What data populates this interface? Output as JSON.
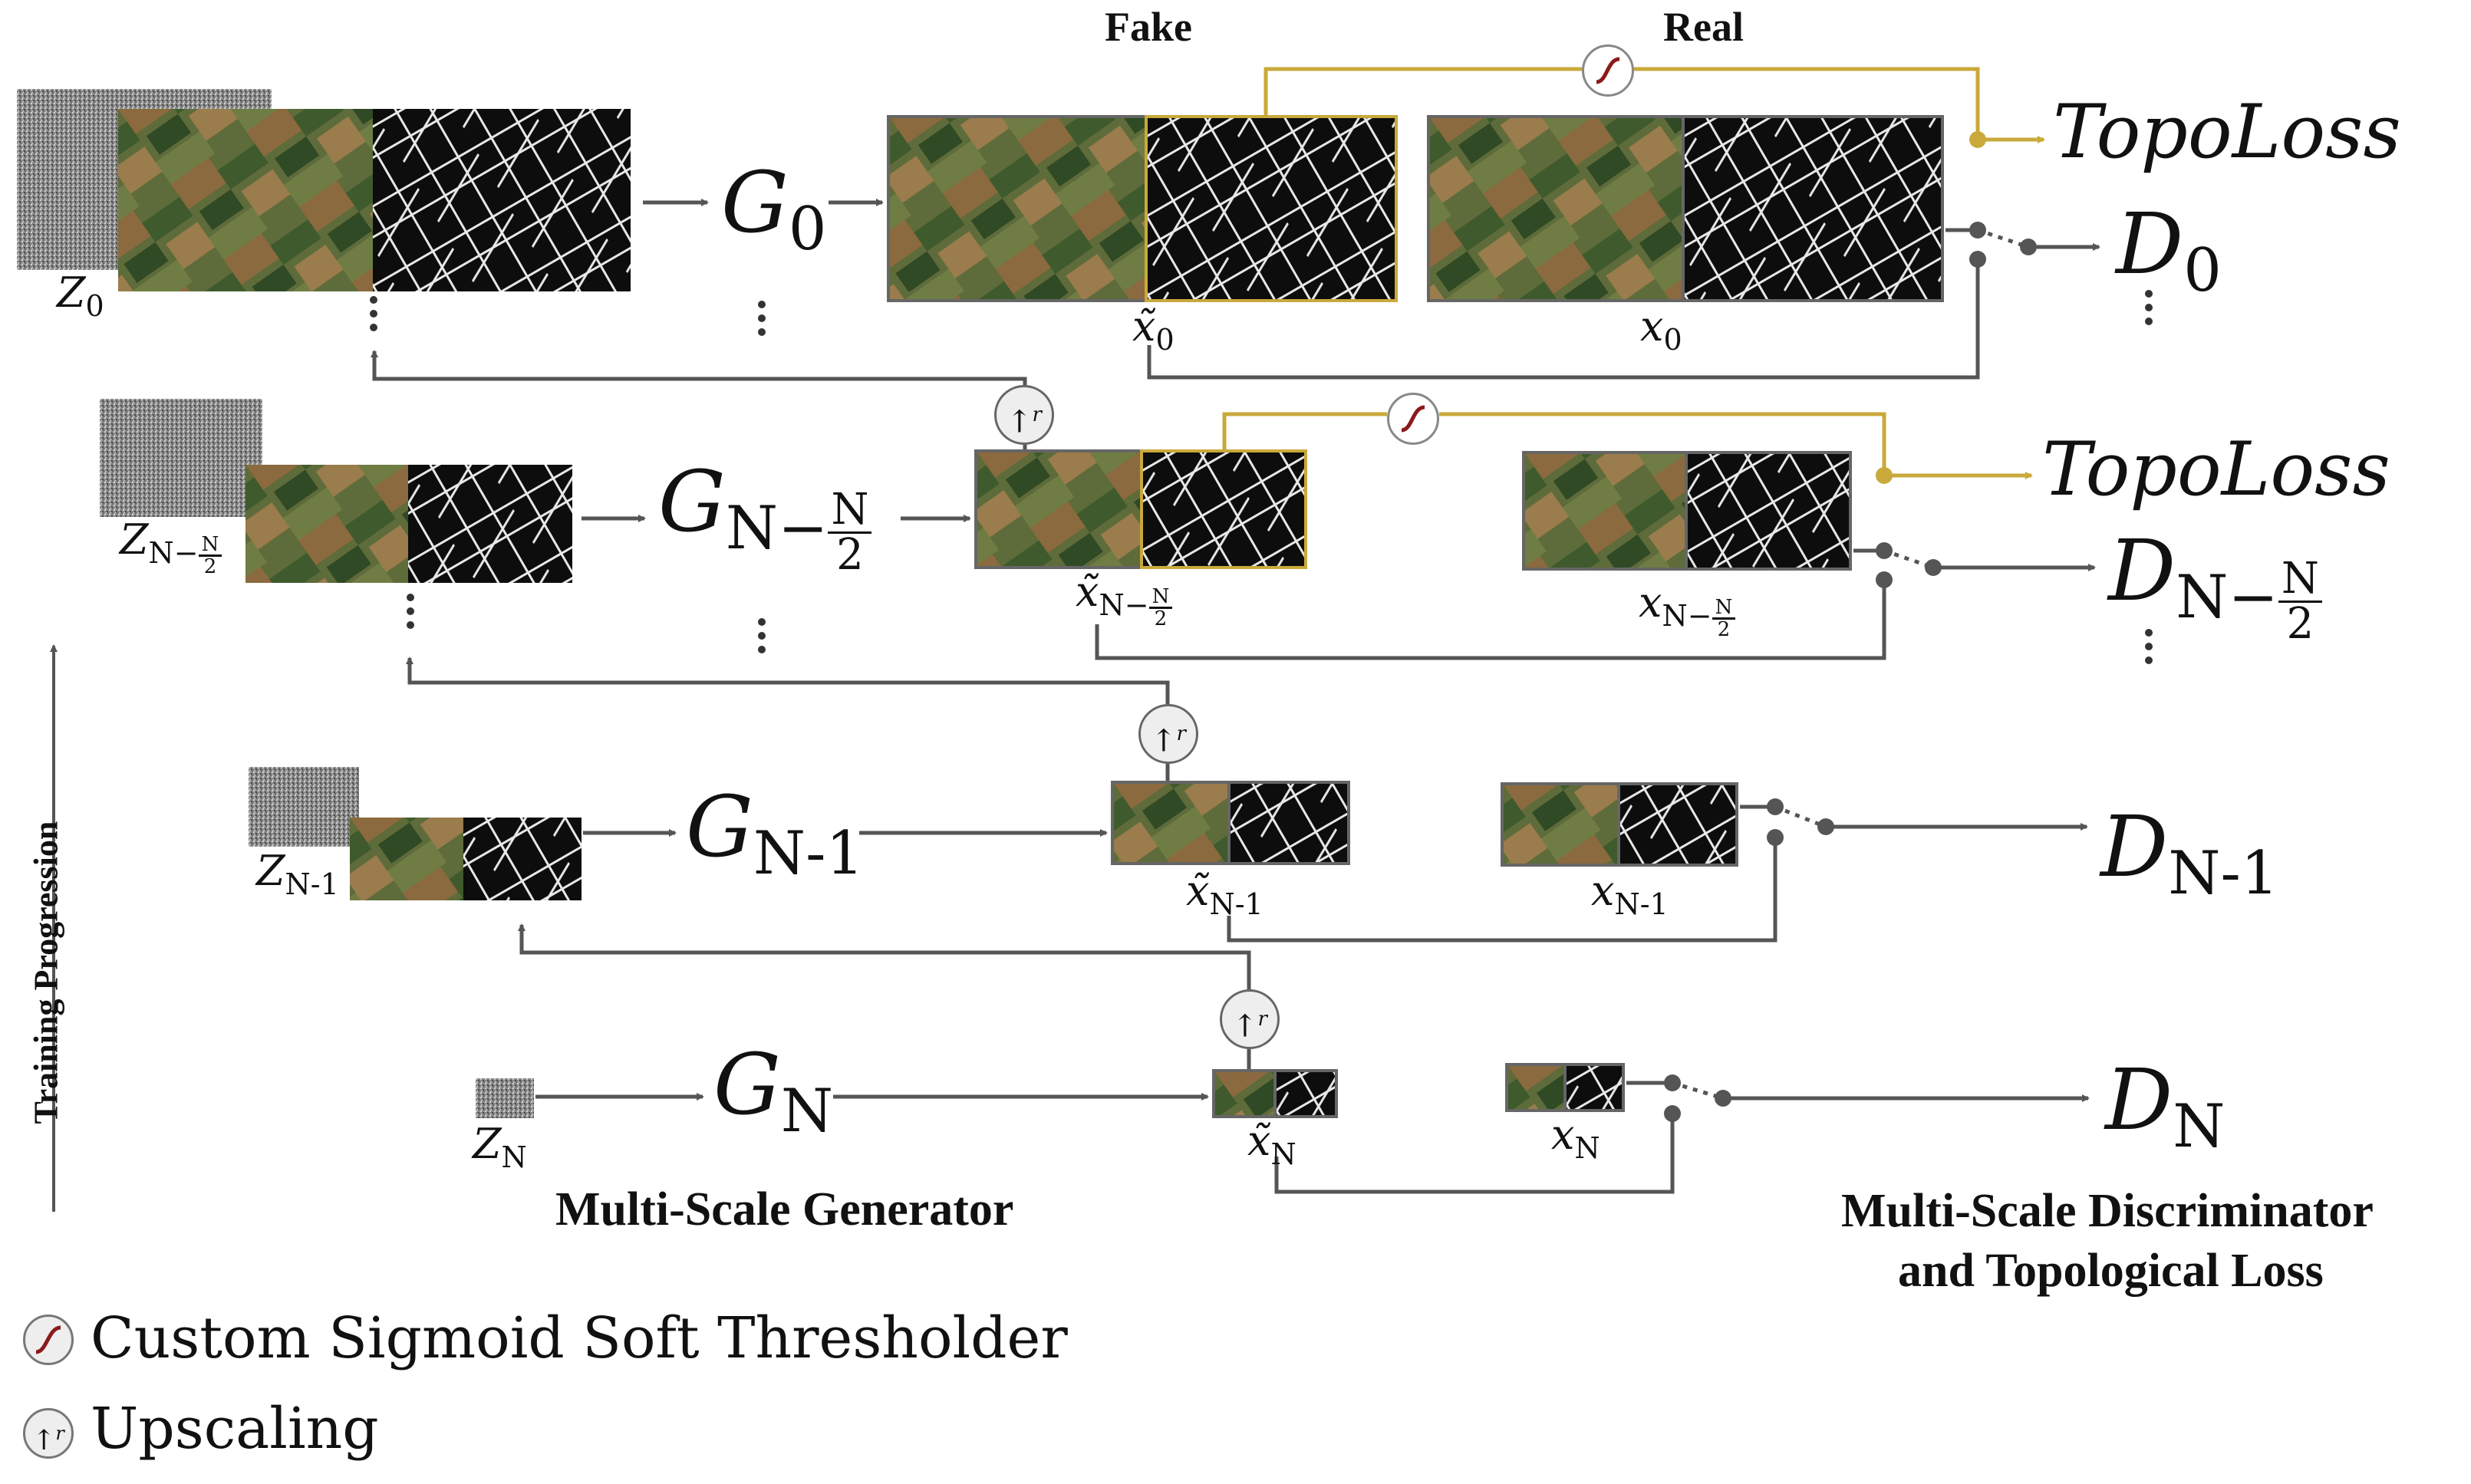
{
  "header": {
    "fake": "Fake",
    "real": "Real"
  },
  "topo_loss": "TopoLoss",
  "generator_caption": "Multi-Scale Generator",
  "discriminator_caption": [
    "Multi-Scale Discriminator",
    "and Topological Loss"
  ],
  "training_axis": "Training Progression",
  "legend": [
    {
      "icon": "sigmoid-icon",
      "label": "Custom Sigmoid Soft Thresholder"
    },
    {
      "icon": "upscaling-icon",
      "label": "Upscaling"
    }
  ],
  "scales": [
    {
      "noise": "Z",
      "noise_sub": "0",
      "generator": "G",
      "gen_sub": "0",
      "fake": "x̃",
      "fake_sub": "0",
      "real": "x",
      "real_sub": "0",
      "discriminator": "D",
      "disc_sub": "0"
    },
    {
      "noise": "Z",
      "noise_sub": "N−",
      "generator": "G",
      "gen_sub": "N−",
      "fake": "x̃",
      "fake_sub": "N−",
      "real": "x",
      "real_sub": "N−",
      "discriminator": "D",
      "disc_sub": "N−",
      "frac_num": "N",
      "frac_den": "2"
    },
    {
      "noise": "Z",
      "noise_sub": "N-1",
      "generator": "G",
      "gen_sub": "N-1",
      "fake": "x̃",
      "fake_sub": "N-1",
      "real": "x",
      "real_sub": "N-1",
      "discriminator": "D",
      "disc_sub": "N-1"
    },
    {
      "noise": "Z",
      "noise_sub": "N",
      "generator": "G",
      "gen_sub": "N",
      "fake": "x̃",
      "fake_sub": "N",
      "real": "x",
      "real_sub": "N",
      "discriminator": "D",
      "disc_sub": "N"
    }
  ],
  "upscale_symbol": "↑",
  "upscale_exp": "r",
  "colors": {
    "arrow": "#555555",
    "topo_line": "#c9a93b",
    "sigmoid": "#8b1a1a",
    "satellite": "#5e6b3a",
    "mask_bg": "#0d0d0d",
    "mask_line": "#e8e8e8"
  }
}
